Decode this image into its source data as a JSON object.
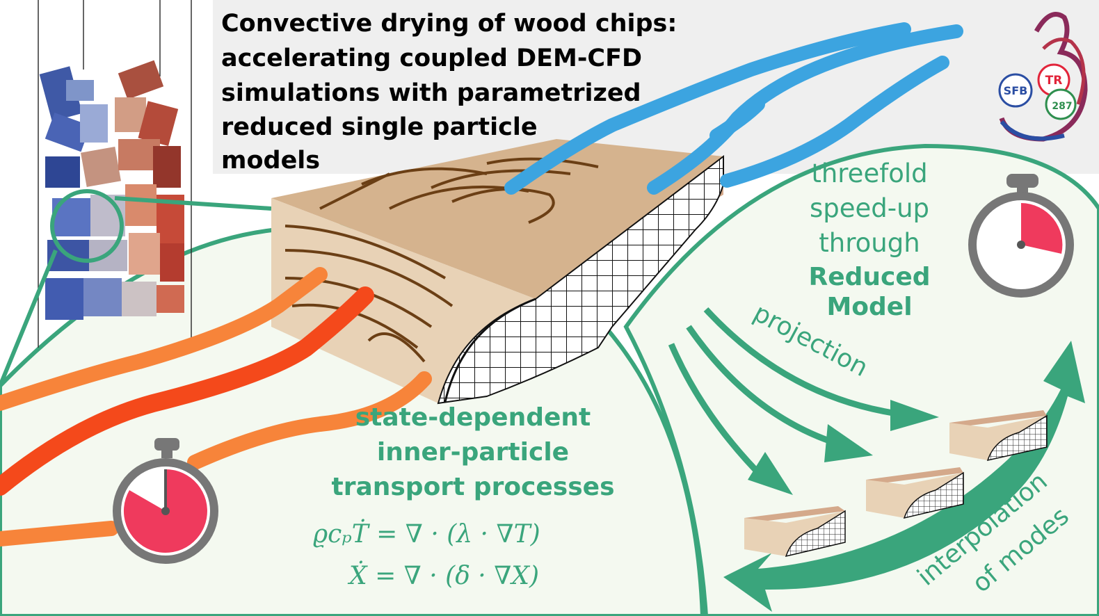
{
  "title_lines": [
    "Convective drying of wood chips:",
    "accelerating coupled DEM-CFD",
    "simulations with parametrized",
    "reduced single particle",
    "models"
  ],
  "speedup": {
    "lines": [
      "threefold",
      "speed-up",
      "through"
    ],
    "bold_lines": [
      "Reduced",
      "Model"
    ]
  },
  "projection_label": "projection",
  "interpolation_lines": [
    "interpolation",
    "of modes"
  ],
  "transport_lines": [
    "state-dependent",
    "inner-particle",
    "transport processes"
  ],
  "equations": {
    "heat": "ϱcₚṪ = ∇ · (λ · ∇T)",
    "moisture": "Ẋ = ∇ · (δ · ∇X)"
  },
  "logo": {
    "sfb": "SFB",
    "tr": "TR",
    "number": "287"
  },
  "colors": {
    "green": "#3aa57c",
    "blue_stream": "#3ca4e0",
    "orange_stream": "#f7843a",
    "red_stream": "#f4491b",
    "wood": "#e8d2b6",
    "timer_red": "#ef3a5d"
  }
}
